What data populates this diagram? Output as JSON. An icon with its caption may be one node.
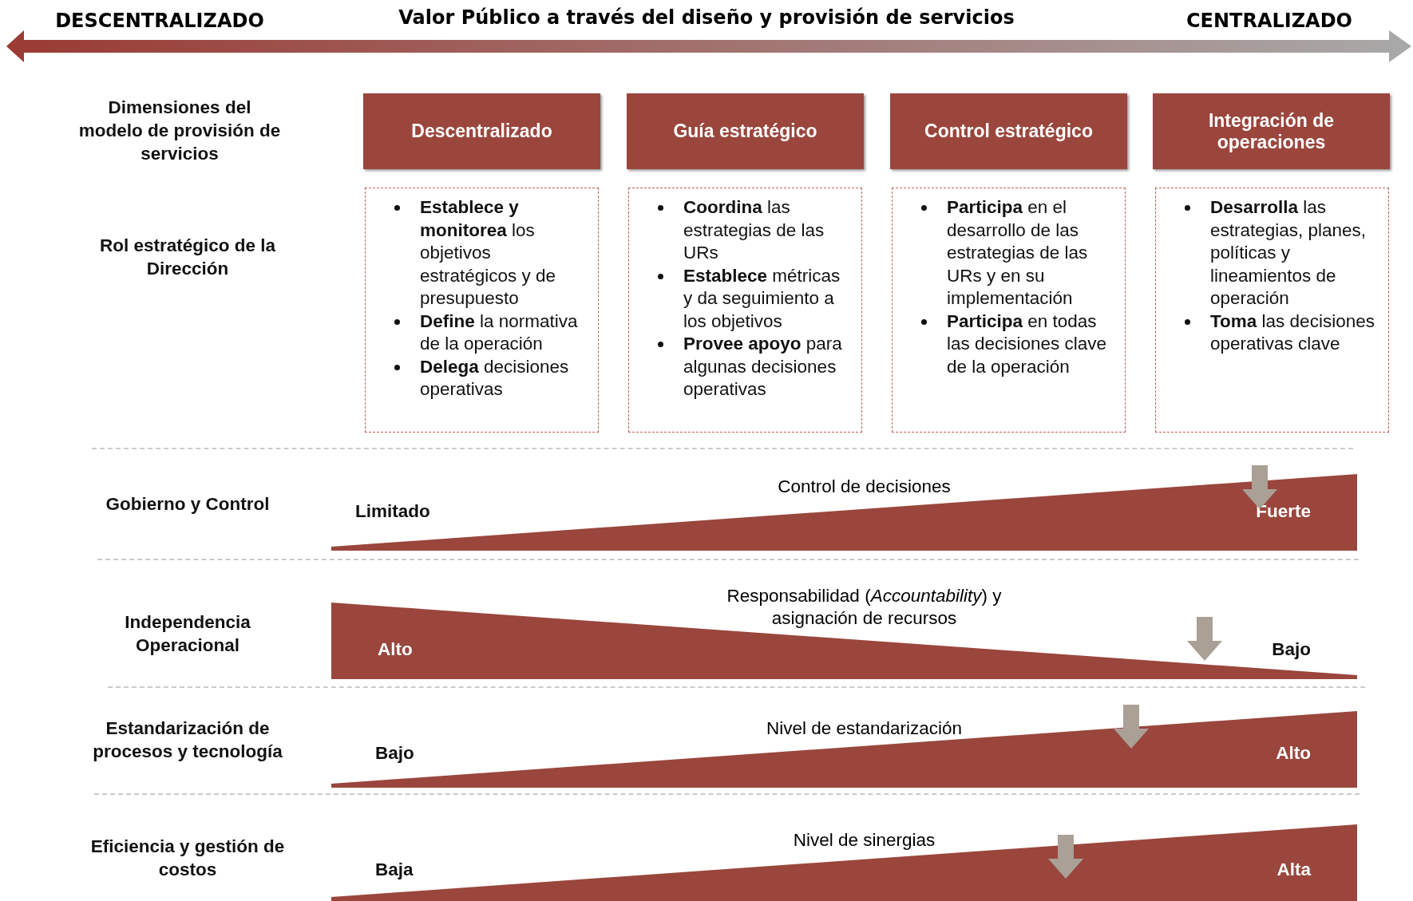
{
  "diagram": {
    "title": "Valor Público a través del diseño y provisión de servicios",
    "nodes": [
      {
        "text": [
          "Descentralizado"
        ]
      },
      {
        "text": [
          "Guía estratégico"
        ]
      },
      {
        "text": [
          "Control estratégico"
        ]
      },
      {
        "text": [
          "Integración de operaciones"
        ]
      },
      {
        "text": [
          "**Establece y monitorea** los objetivos estratégicos y de presupuesto",
          "**Define** la normativa de la operación",
          "**Delega** decisiones operativas"
        ]
      },
      {
        "text": [
          "**Coordina** las estrategias de las URs",
          "**Establece** métricas y da seguimiento a los objetivos",
          "**Provee apoyo** para algunas decisiones operativas"
        ]
      },
      {
        "text": [
          "**Participa** en el desarrollo de las estrategias de las URs y en su implementación",
          "**Participa** en todas las decisiones clave de la operación"
        ]
      },
      {
        "text": [
          "**Desarrolla** las estrategias, planes, políticas y lineamientos de operación",
          "**Toma** las decisiones operativas clave"
        ]
      },
      {
        "text": [
          "Control de decisiones",
          "Limitado",
          "Fuerte"
        ]
      },
      {
        "text": [
          "Responsabilidad (*Accountability*) y asignación de recursos",
          "Alto",
          "Bajo"
        ]
      },
      {
        "text": [
          "Nivel de estandarización",
          "Bajo",
          "Alto"
        ]
      },
      {
        "text": [
          "Nivel de sinergias",
          "Baja",
          "Alta"
        ]
      }
    ],
    "labels": [
      "DESCENTRALIZADO",
      "CENTRALIZADO",
      "Dimensiones del modelo de provisión de servicios",
      "Rol estratégico de la Dirección",
      "Gobierno y Control",
      "Independencia Operacional",
      "Estandarización de procesos y tecnología",
      "Eficiencia y gestión de costos"
    ]
  }
}
